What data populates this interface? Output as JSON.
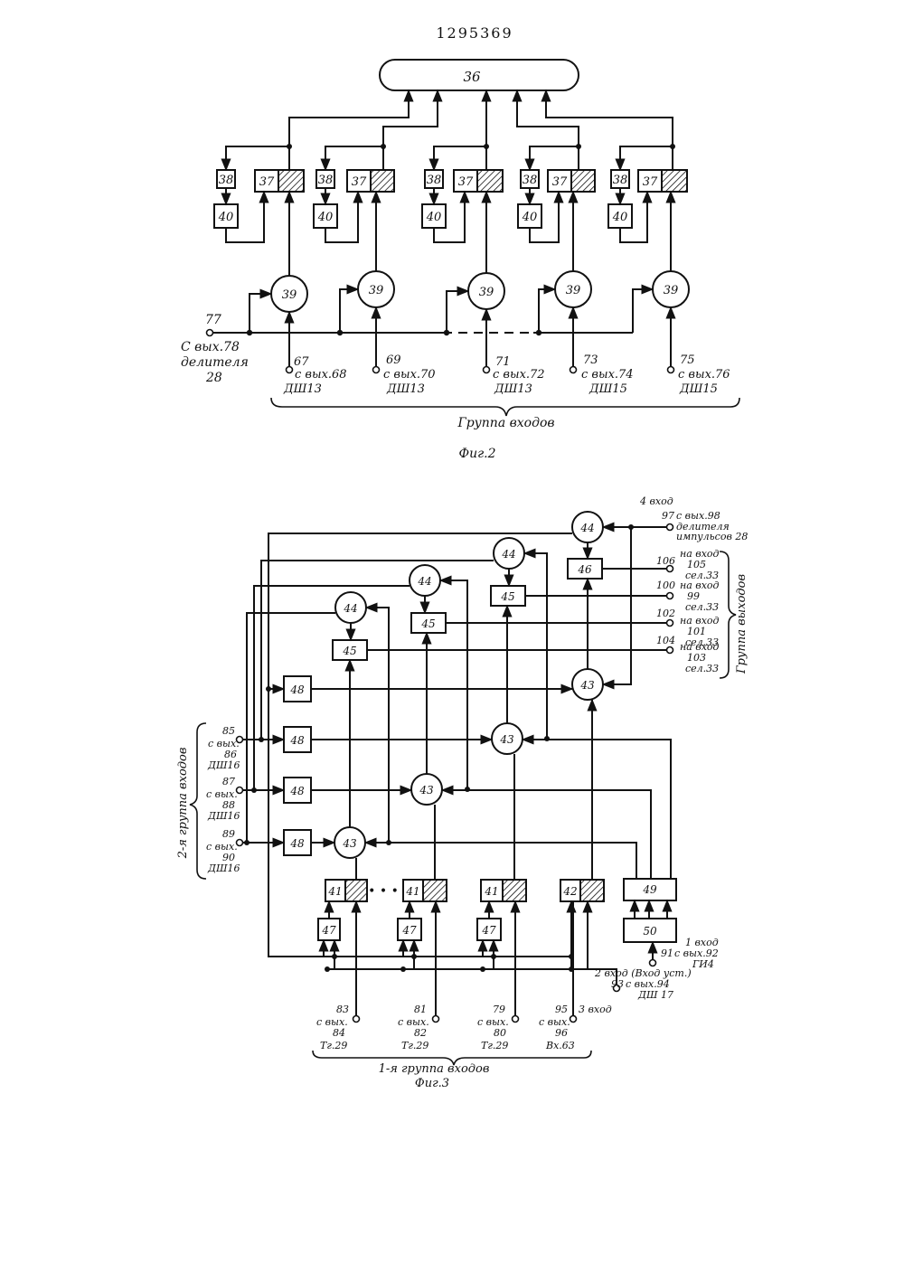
{
  "patent_number": "1295369",
  "fig2": {
    "caption": "Фиг.2",
    "block_36": "36",
    "block_37": "37",
    "block_38": "38",
    "block_39": "39",
    "block_40": "40",
    "input_77": "77",
    "input_77_source_line1": "С вых.78",
    "input_77_source_line2": "делителя",
    "input_77_source_line3": "28",
    "inputs": [
      {
        "num": "67",
        "line1": "с вых.68",
        "line2": "ДШ13"
      },
      {
        "num": "69",
        "line1": "с вых.70",
        "line2": "ДШ13"
      },
      {
        "num": "71",
        "line1": "с вых.72",
        "line2": "ДШ13"
      },
      {
        "num": "73",
        "line1": "с вых.74",
        "line2": "ДШ15"
      },
      {
        "num": "75",
        "line1": "с вых.76",
        "line2": "ДШ15"
      }
    ],
    "group_label": "Группа входов"
  },
  "fig3": {
    "caption": "Фиг.3",
    "block_41": "41",
    "block_42": "42",
    "block_43": "43",
    "block_44": "44",
    "block_45": "45",
    "block_46": "46",
    "block_47": "47",
    "block_48": "48",
    "block_49": "49",
    "block_50": "50",
    "ellipsis": "• • •",
    "input4": {
      "title": "4 вход",
      "num": "97",
      "line1": "с вых.98",
      "line2": "делителя",
      "line3": "импульсов 28"
    },
    "outputs": [
      {
        "num": "106",
        "line1": "на вход",
        "line2": "105",
        "line3": "сел.33"
      },
      {
        "num": "100",
        "line1": "на вход",
        "line2": "99",
        "line3": "сел.33"
      },
      {
        "num": "102",
        "line1": "на вход",
        "line2": "101",
        "line3": "сел.33"
      },
      {
        "num": "104",
        "line1": "на вход",
        "line2": "103",
        "line3": "сел.33"
      }
    ],
    "outputs_group_label": "Группа выходов",
    "group2": [
      {
        "num": "85",
        "line1": "с вых.",
        "line2": "86",
        "line3": "ДШ16"
      },
      {
        "num": "87",
        "line1": "с вых.",
        "line2": "88",
        "line3": "ДШ16"
      },
      {
        "num": "89",
        "line1": "с вых.",
        "line2": "90",
        "line3": "ДШ16"
      }
    ],
    "group2_label": "2-я группа входов",
    "input1": {
      "title": "1 вход",
      "num": "91",
      "line1": "с вых.92",
      "line2": "ГИ4"
    },
    "input2": {
      "title": "2 вход (Вход уст.)",
      "num": "93",
      "line1": "с вых.94",
      "line2": "ДШ 17"
    },
    "input3": {
      "title": "3 вход"
    },
    "group1": [
      {
        "num": "83",
        "line1": "с вых.",
        "line2": "84",
        "line3": "Тг.29"
      },
      {
        "num": "81",
        "line1": "с вых.",
        "line2": "82",
        "line3": "Тг.29"
      },
      {
        "num": "79",
        "line1": "с вых.",
        "line2": "80",
        "line3": "Тг.29"
      },
      {
        "num": "95",
        "line1": "с вых.",
        "line2": "96",
        "line3": "Вх.63"
      }
    ],
    "group1_label": "1-я группа входов"
  }
}
